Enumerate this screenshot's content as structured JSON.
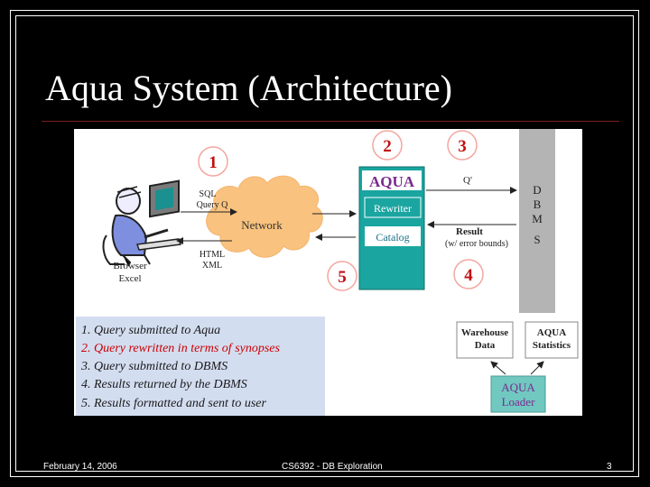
{
  "slide": {
    "title": "Aqua System (Architecture)",
    "footer": {
      "date": "February 14, 2006",
      "course": "CS6392 - DB Exploration",
      "page": "3"
    }
  },
  "diagram": {
    "step_numbers": [
      "1",
      "2",
      "3",
      "4",
      "5"
    ],
    "user_caption": [
      "Browser",
      "Excel"
    ],
    "sql_label": [
      "SQL",
      "Query Q"
    ],
    "html_label": [
      "HTML",
      "XML"
    ],
    "network_label": "Network",
    "aqua_title": "AQUA",
    "rewriter_label": "Rewriter",
    "catalog_label": "Catalog",
    "q_prime_label": "Q'",
    "result_label": [
      "Result",
      "(w/ error bounds)"
    ],
    "dbms_letters": [
      "D",
      "B",
      "M",
      "S"
    ],
    "warehouse_label": [
      "Warehouse",
      "Data"
    ],
    "stats_label": [
      "AQUA",
      "Statistics"
    ],
    "loader_label": [
      "AQUA",
      "Loader"
    ],
    "steps_list": [
      "1. Query submitted to Aqua",
      "2. Query rewritten in terms of synopses",
      "3. Query submitted to DBMS",
      "4. Results returned by the DBMS",
      "5. Results formatted and sent to user"
    ],
    "colors": {
      "aqua_box": "#1aa5a0",
      "dbms_bar": "#b4b4b4",
      "cloud": "#f9c27e",
      "step_circle_stroke": "#f3a7a0",
      "list_background": "#d3ddf0",
      "highlight_text": "#cc0000",
      "loader_background": "#70c8c0"
    }
  }
}
